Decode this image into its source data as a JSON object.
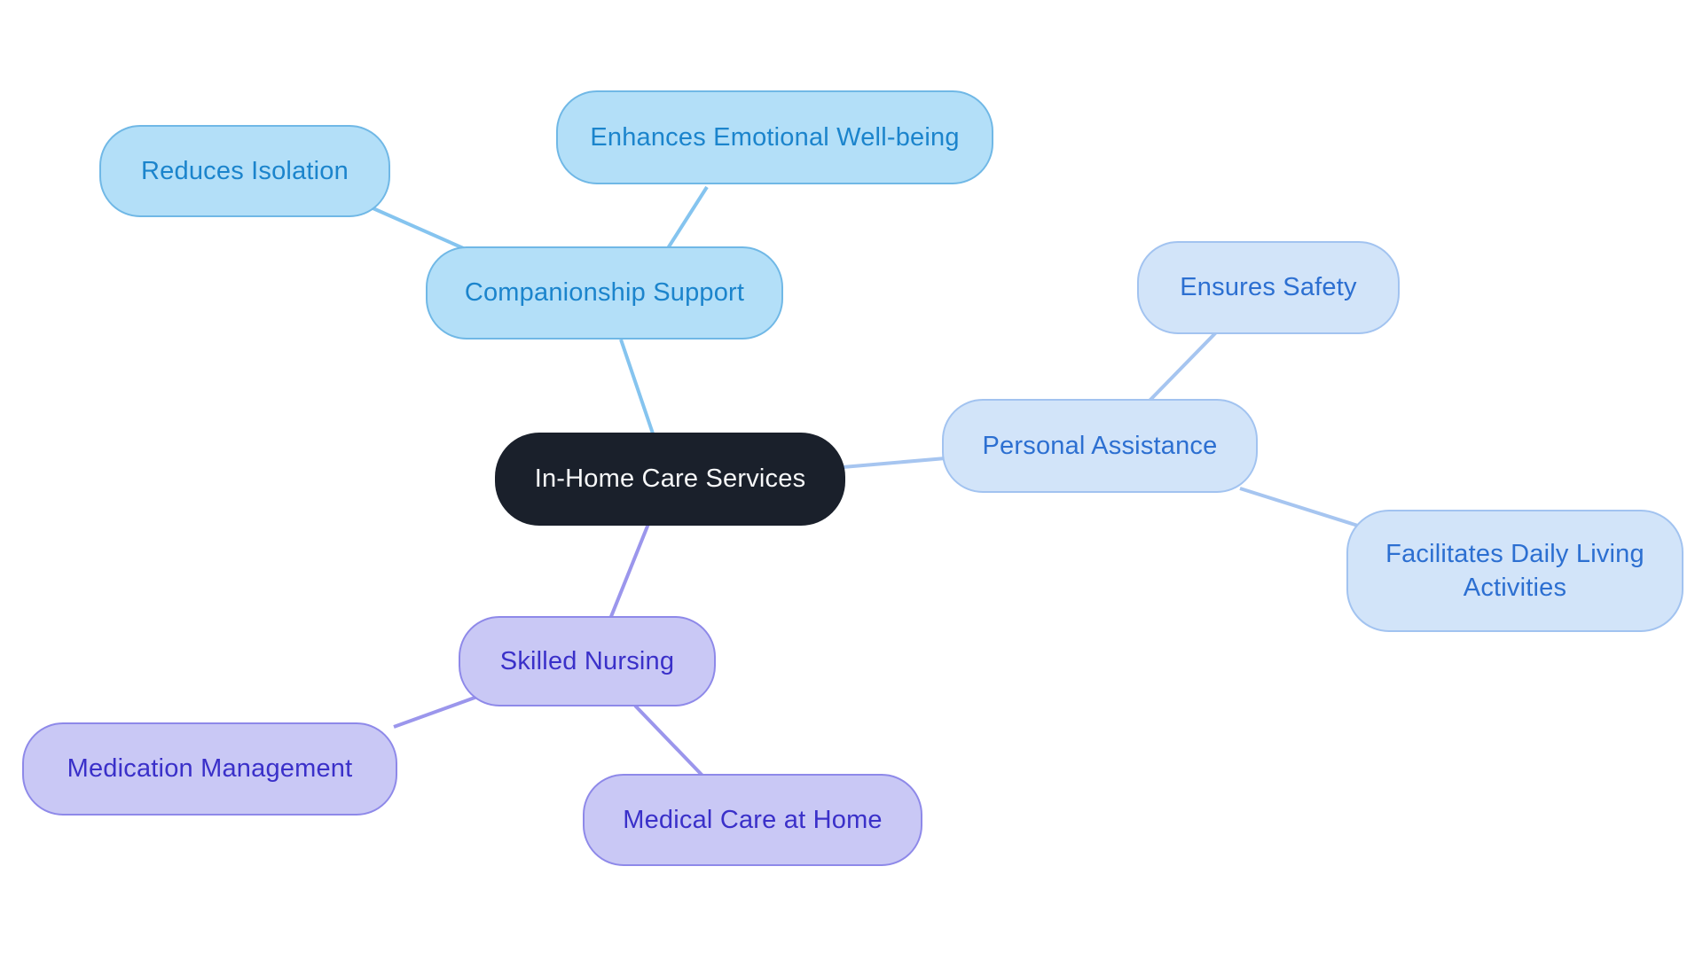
{
  "mindmap": {
    "type": "mindmap-diagram",
    "background_color": "#ffffff",
    "central": {
      "label": "In-Home Care Services",
      "fill": "#1a202b",
      "text_color": "#f7f8f9"
    },
    "branches": [
      {
        "label": "Companionship Support",
        "fill": "#b3dff8",
        "border_color": "#70b8e6",
        "text_color": "#1b84cc",
        "line_color": "#85c4ef",
        "children": [
          {
            "label": "Reduces Isolation"
          },
          {
            "label": "Enhances Emotional Well-being"
          }
        ]
      },
      {
        "label": "Personal Assistance",
        "fill": "#d2e4f9",
        "border_color": "#a2c3f0",
        "text_color": "#2c6fd1",
        "line_color": "#a6c5f0",
        "children": [
          {
            "label": "Ensures Safety"
          },
          {
            "label": "Facilitates Daily Living Activities"
          }
        ]
      },
      {
        "label": "Skilled Nursing",
        "fill": "#c9c8f5",
        "border_color": "#8e89e9",
        "text_color": "#3a30c9",
        "line_color": "#9b96ec",
        "children": [
          {
            "label": "Medication Management"
          },
          {
            "label": "Medical Care at Home"
          }
        ]
      }
    ]
  }
}
